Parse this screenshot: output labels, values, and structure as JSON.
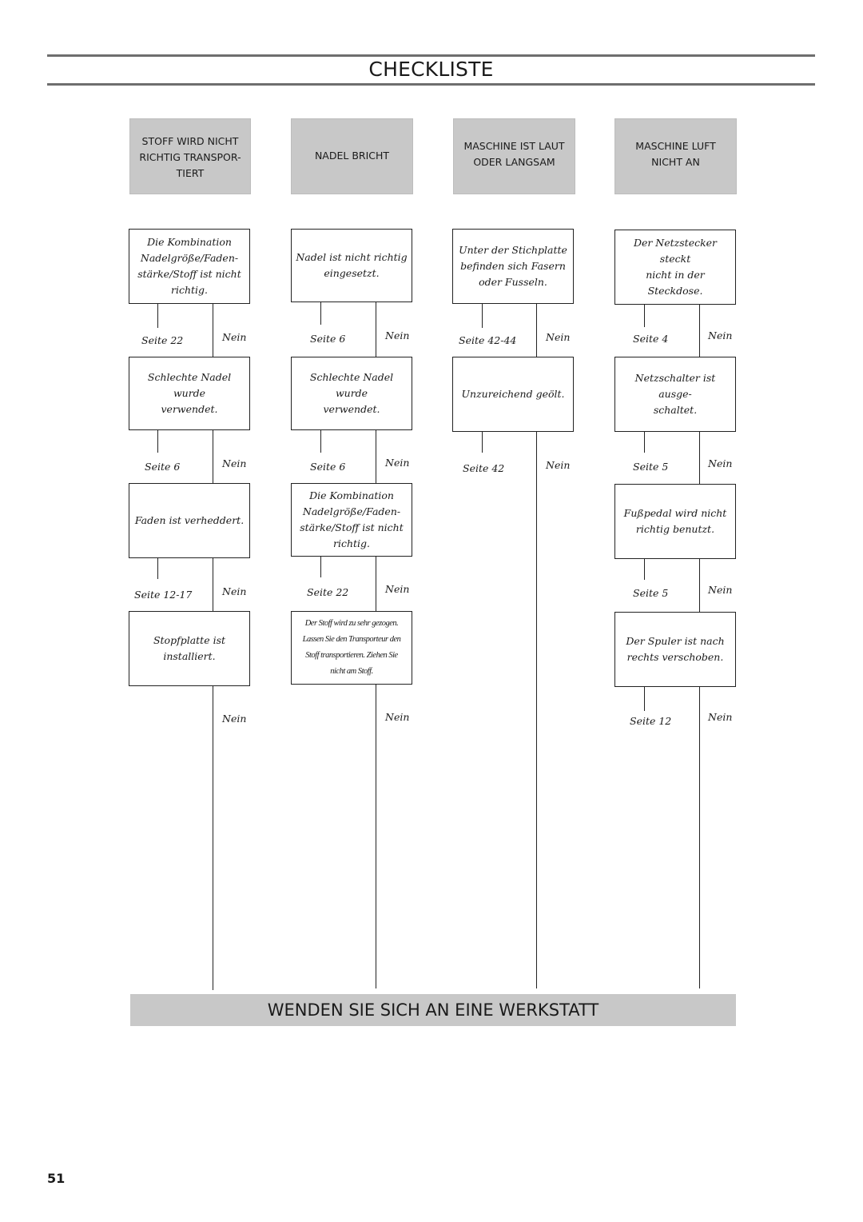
{
  "page": {
    "title": "CHECKLISTE",
    "footer": "WENDEN SIE SICH AN EINE WERKSTATT",
    "page_number": "51"
  },
  "columns": [
    {
      "header": "STOFF WIRD NICHT\nRICHTIG TRANSPOR-\nTIERT",
      "boxes": [
        "Die Kombination\nNadelgröße/Faden-\nstärke/Stoff ist nicht\nrichtig.",
        "Schlechte Nadel wurde\nverwendet.",
        "Faden ist verheddert.",
        "Stopfplatte ist installiert."
      ],
      "pages": [
        "Seite 22",
        "Seite 6",
        "Seite 12-17"
      ],
      "no_labels": [
        "Nein",
        "Nein",
        "Nein",
        "Nein"
      ]
    },
    {
      "header": "NADEL BRICHT",
      "boxes": [
        "Nadel ist nicht richtig\neingesetzt.",
        "Schlechte Nadel wurde\nverwendet.",
        "Die Kombination\nNadelgröße/Faden-\nstärke/Stoff ist nicht\nrichtig.",
        "Der Stoff wird zu sehr gezogen.\nLassen Sie den Transporteur den\nStoff transportieren. Ziehen Sie\nnicht am Stoff."
      ],
      "pages": [
        "Seite 6",
        "Seite 6",
        "Seite 22"
      ],
      "no_labels": [
        "Nein",
        "Nein",
        "Nein",
        "Nein"
      ]
    },
    {
      "header": "MASCHINE IST LAUT\nODER LANGSAM",
      "boxes": [
        "Unter der Stichplatte\nbefinden sich Fasern\noder Fusseln.",
        "Unzureichend geölt."
      ],
      "pages": [
        "Seite 42-44",
        "Seite 42"
      ],
      "no_labels": [
        "Nein",
        "Nein"
      ]
    },
    {
      "header": "MASCHINE LUFT\nNICHT AN",
      "boxes": [
        "Der Netzstecker steckt\nnicht in der Steckdose.",
        "Netzschalter ist ausge-\nschaltet.",
        "Fußpedal wird nicht\nrichtig benutzt.",
        "Der Spuler ist nach\nrechts verschoben."
      ],
      "pages": [
        "Seite 4",
        "Seite 5",
        "Seite 5",
        "Seite 12"
      ],
      "no_labels": [
        "Nein",
        "Nein",
        "Nein",
        "Nein"
      ]
    }
  ]
}
